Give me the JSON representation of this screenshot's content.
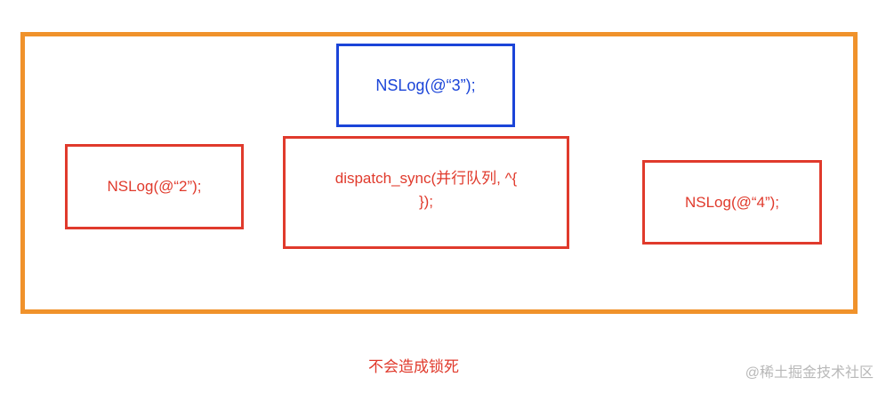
{
  "diagram": {
    "colors": {
      "outer_border": "#f0922b",
      "blue": "#1a44d8",
      "red": "#e03a2c"
    },
    "boxes": {
      "log3": "NSLog(@“3”);",
      "log2": "NSLog(@“2”);",
      "dispatch_line1": "dispatch_sync(并行队列, ^{",
      "dispatch_line2": "});",
      "log4": "NSLog(@“4”);"
    },
    "caption": "不会造成锁死",
    "watermark": "@稀土掘金技术社区"
  }
}
